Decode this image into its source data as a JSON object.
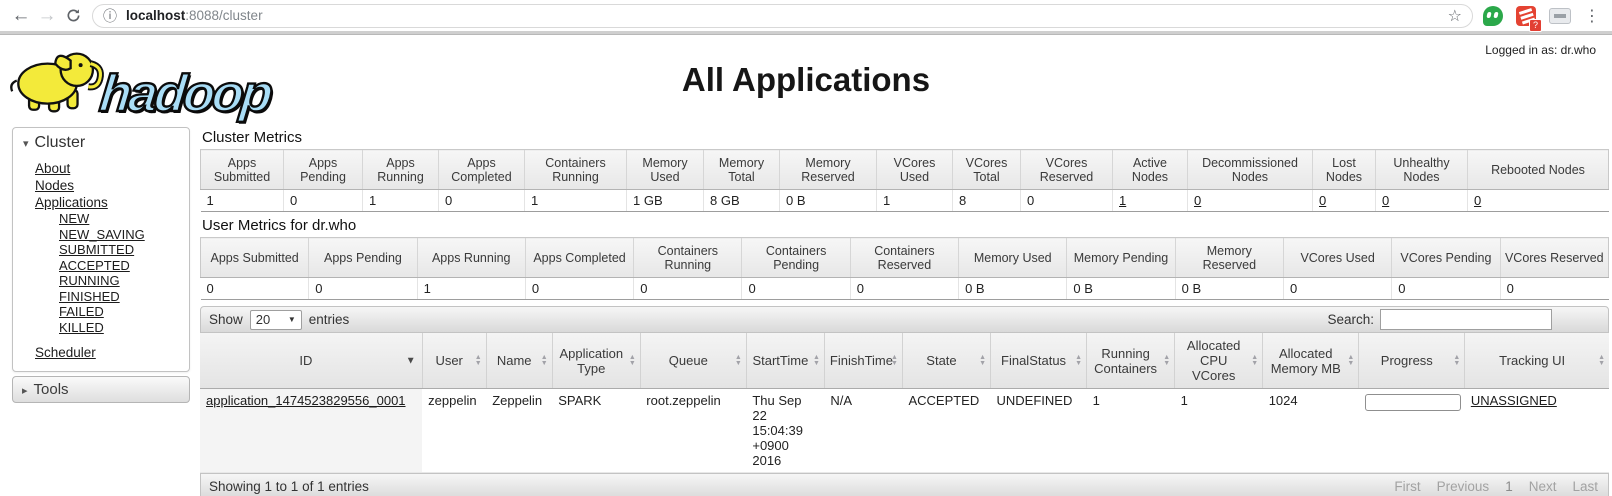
{
  "browser": {
    "url_host": "localhost",
    "url_path": ":8088/cluster",
    "extension_badge": "?"
  },
  "icons": {
    "back": "←",
    "forward": "→",
    "info": "ⓘ",
    "star": "☆",
    "menu_dots": "⋮",
    "caret_down": "▾",
    "caret_right": "▸",
    "select_caret": "▼",
    "sort_up": "▲",
    "sort_down": "▼",
    "sort_desc": "▼"
  },
  "header": {
    "logo_text": "hadoop",
    "title": "All Applications",
    "logged_in": "Logged in as: dr.who"
  },
  "sidebar": {
    "cluster_header": "Cluster",
    "items": [
      {
        "label": "About"
      },
      {
        "label": "Nodes"
      },
      {
        "label": "Applications"
      }
    ],
    "app_states": [
      {
        "label": "NEW"
      },
      {
        "label": "NEW_SAVING"
      },
      {
        "label": "SUBMITTED"
      },
      {
        "label": "ACCEPTED"
      },
      {
        "label": "RUNNING"
      },
      {
        "label": "FINISHED"
      },
      {
        "label": "FAILED"
      },
      {
        "label": "KILLED"
      }
    ],
    "scheduler_label": "Scheduler",
    "tools_header": "Tools"
  },
  "cluster_metrics": {
    "title": "Cluster Metrics",
    "columns": [
      "Apps Submitted",
      "Apps Pending",
      "Apps Running",
      "Apps Completed",
      "Containers Running",
      "Memory Used",
      "Memory Total",
      "Memory Reserved",
      "VCores Used",
      "VCores Total",
      "VCores Reserved",
      "Active Nodes",
      "Decommissioned Nodes",
      "Lost Nodes",
      "Unhealthy Nodes",
      "Rebooted Nodes"
    ],
    "values": [
      "1",
      "0",
      "1",
      "0",
      "1",
      "1 GB",
      "8 GB",
      "0 B",
      "1",
      "8",
      "0",
      "1",
      "0",
      "0",
      "0",
      "0"
    ]
  },
  "user_metrics": {
    "title": "User Metrics for dr.who",
    "columns": [
      "Apps Submitted",
      "Apps Pending",
      "Apps Running",
      "Apps Completed",
      "Containers Running",
      "Containers Pending",
      "Containers Reserved",
      "Memory Used",
      "Memory Pending",
      "Memory Reserved",
      "VCores Used",
      "VCores Pending",
      "VCores Reserved"
    ],
    "values": [
      "0",
      "0",
      "1",
      "0",
      "0",
      "0",
      "0",
      "0 B",
      "0 B",
      "0 B",
      "0",
      "0",
      "0"
    ]
  },
  "table_controls": {
    "show_label": "Show",
    "page_size": "20",
    "entries_label": "entries",
    "search_label": "Search:",
    "search_value": ""
  },
  "apps_table": {
    "columns": [
      "ID",
      "User",
      "Name",
      "Application Type",
      "Queue",
      "StartTime",
      "FinishTime",
      "State",
      "FinalStatus",
      "Running Containers",
      "Allocated CPU VCores",
      "Allocated Memory MB",
      "Progress",
      "Tracking UI"
    ],
    "row": {
      "id": "application_1474523829556_0001",
      "user": "zeppelin",
      "name": "Zeppelin",
      "application_type": "SPARK",
      "queue": "root.zeppelin",
      "start_time": "Thu Sep 22 15:04:39 +0900 2016",
      "finish_time": "N/A",
      "state": "ACCEPTED",
      "final_status": "UNDEFINED",
      "running_containers": "1",
      "allocated_cpu_vcores": "1",
      "allocated_memory_mb": "1024",
      "progress_percent": 0,
      "tracking_ui": "UNASSIGNED"
    }
  },
  "footer": {
    "showing_text": "Showing 1 to 1 of 1 entries",
    "pagination": [
      "First",
      "Previous",
      "1",
      "Next",
      "Last"
    ]
  }
}
